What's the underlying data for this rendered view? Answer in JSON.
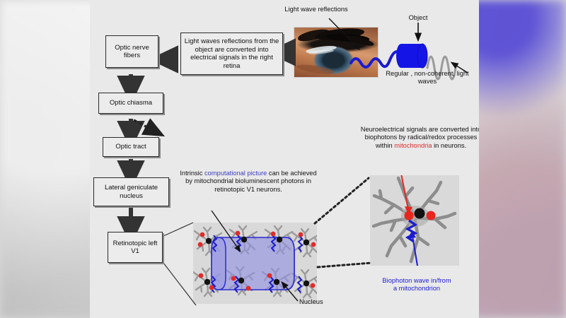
{
  "figure": {
    "title": "Retinotopic V1 biophoton visual pathway diagram",
    "background_color": "#e9e9e9"
  },
  "flowchart": {
    "boxes": [
      {
        "id": "retina",
        "label": "Light waves reflections from the object are converted into electrical signals in the right retina"
      },
      {
        "id": "optic-nerve-fibers",
        "label": "Optic nerve fibers"
      },
      {
        "id": "optic-chiasma",
        "label": "Optic chiasma"
      },
      {
        "id": "optic-tract",
        "label": "Optic tract"
      },
      {
        "id": "lateral-geniculate-nucleus",
        "label": "Lateral geniculate nucleus"
      },
      {
        "id": "retinotopic-left-v1",
        "label": "Retinotopic left V1"
      }
    ]
  },
  "eye_panel": {
    "light_wave_label": "Light wave reflections",
    "object_label": "Object",
    "noncoherent_label": "Regular , non-coherent, light waves"
  },
  "annotations": {
    "intrinsic_picture": {
      "pre": "Intrinsic ",
      "highlight": "computational picture",
      "post": " can be achieved by mitochondrial bioluminescent photons in retinotopic V1 neurons.",
      "highlight_color": "#3d3dbe"
    },
    "neuroelectrical": {
      "pre": "Neuroelectrical signals are converted into biophotons by radical/redox processes within ",
      "highlight": "mitochondria",
      "post": " in neurons.",
      "highlight_color": "#e02b2b"
    },
    "biophoton_wave": {
      "label": "Biophoton wave in/from a mitochondrion",
      "color": "#1b1bd8"
    },
    "nucleus_label": "Nucleus"
  },
  "colors": {
    "object_blue": "#1414e6",
    "coherent_wave": "#1a1ad0",
    "noncoherent_wave": "#9a9a9a",
    "mitochondria_red": "#e02b2b",
    "nucleus_black": "#111111",
    "dendrite_gray": "#9b9b9b",
    "v1_cylinder": "#8f8fe0",
    "box_border": "#2b2b2b"
  }
}
